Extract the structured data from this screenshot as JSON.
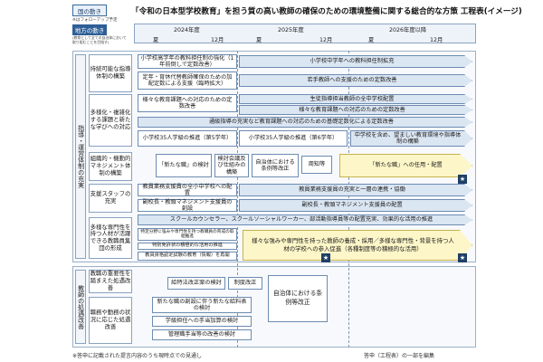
{
  "tags": {
    "national": "国の動き",
    "note": "※はフォローアップ予定",
    "local": "地方の動き",
    "local_note": "(教育として全ての自治体において取り組むことを目指す)"
  },
  "title": "「令和の日本型学校教育」を担う質の高い教師の確保のための環境整備に関する総合的な方策 工程表(イメージ)",
  "timeline": {
    "y2024": "2024年度",
    "y2025": "2025年度",
    "y2026": "2026年度以降",
    "summer": "夏",
    "december": "12月"
  },
  "sections": {
    "shidou": "指導・運営体制の充実",
    "kyoushi": "教師の処遇改善"
  },
  "categories": {
    "c1": "持続可能な指導体制の構築",
    "c2": "多様化・複雑化する課題と新たな学びへの対応",
    "c3": "組織的・機動的マネジメント体制の構築",
    "c4": "支援スタッフの充実",
    "c5": "多様な専門性を持つ人材が活躍できる教職員集団の形成",
    "c6": "教職の重要性を踏まえた処遇改善",
    "c7": "職務や勤務の状況に応じた処遇改善"
  },
  "items": {
    "r1a": "小学校高学年の教科担任制の強化（1年前倒しで定数改善）",
    "r1b": "小学校中学年への教科担任制拡充",
    "r2a": "定年・育休代替教師確保のための加配定数による支援（臨時拡大）",
    "r2b": "若手教師への支援のための定数改善",
    "r3a": "様々な教育課題への対応のための定数改善",
    "r3b": "生徒指導担当教師の全中学校配置",
    "r3c": "様々な教育課題への対応のための定数改善",
    "r4": "通級指導の充実など教育課題への対応のための基礎定数化による定数改善",
    "r5a": "小学校35人学級の推進（第5学年）",
    "r5b": "小学校35人学級の推進（第6学年）",
    "r5c": "中学校を含め、望ましい教育環境や指導体制の構築",
    "r6a": "「新たな職」の検討",
    "r6b": "検討会議及び仕組みの構築",
    "r6c": "自治体における条例等改正",
    "r6d": "周知等",
    "r6e": "「新たな職」への任用・配置",
    "r7a": "教員業務支援員の全小中学校への配置",
    "r7b": "教員業務支援員の充実と一層の連携・協働",
    "r8a": "副校長・教頭マネジメント支援員の創設",
    "r8b": "副校長・教頭マネジメント支援員の配置",
    "r9": "スクールカウンセラー、スクールソーシャルワーカー、部活動指導員等の配置充実、効果的な活用の推進",
    "r10a": "特定分野に強みや専門性を持つ教職員の育成の取組推進",
    "r10b": "特別免許状の積極的な活用の推進",
    "r10c": "教員資格認定試験の教育（情報）を再開",
    "r10d": "様々な強みや専門性を持った教師の養成・採用／多様な専門性・背景を持つ人材の学校への参入促進（各種制度等の積極的な活用）",
    "r11a": "給特法改正案の検討",
    "r11b": "制度改正",
    "r12": "自治体における条例等改正",
    "r13a": "新たな職の創設に伴う新たな給料表の検討",
    "r13b": "学級担任への手当加算の検討",
    "r13c": "管理職手当等の改善の検討"
  },
  "icons": {
    "star": "★"
  },
  "footer": {
    "left": "※答申に記載された提言内容のうち現時点での見通し",
    "right": "答申（工程表）の一部を編集"
  }
}
